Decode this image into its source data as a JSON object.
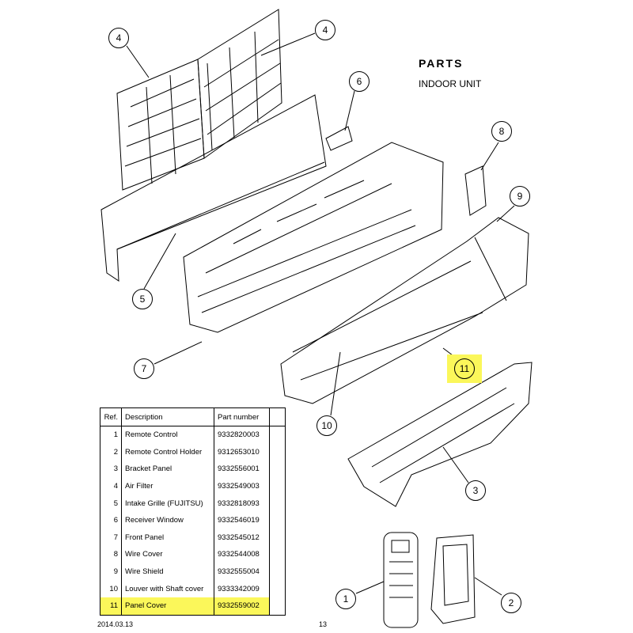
{
  "header": {
    "title": "PARTS",
    "subtitle": "INDOOR UNIT"
  },
  "callouts": [
    "4",
    "4",
    "6",
    "8",
    "9",
    "5",
    "7",
    "10",
    "11",
    "3",
    "1",
    "2"
  ],
  "table": {
    "headers": [
      "Ref.",
      "Description",
      "Part number"
    ],
    "rows": [
      {
        "ref": "1",
        "desc": "Remote Control",
        "part": "9332820003"
      },
      {
        "ref": "2",
        "desc": "Remote Control Holder",
        "part": "9312653010"
      },
      {
        "ref": "3",
        "desc": "Bracket Panel",
        "part": "9332556001"
      },
      {
        "ref": "4",
        "desc": "Air Filter",
        "part": "9332549003"
      },
      {
        "ref": "5",
        "desc": "Intake Grille (FUJITSU)",
        "part": "9332818093"
      },
      {
        "ref": "6",
        "desc": "Receiver Window",
        "part": "9332546019"
      },
      {
        "ref": "7",
        "desc": "Front Panel",
        "part": "9332545012"
      },
      {
        "ref": "8",
        "desc": "Wire Cover",
        "part": "9332544008"
      },
      {
        "ref": "9",
        "desc": "Wire Shield",
        "part": "9332555004"
      },
      {
        "ref": "10",
        "desc": "Louver with Shaft cover",
        "part": "9333342009"
      },
      {
        "ref": "11",
        "desc": "Panel Cover",
        "part": "9332559002"
      }
    ]
  },
  "footer": {
    "date": "2014.03.13",
    "page": "13"
  },
  "colors": {
    "highlight": "#fbf75a"
  }
}
